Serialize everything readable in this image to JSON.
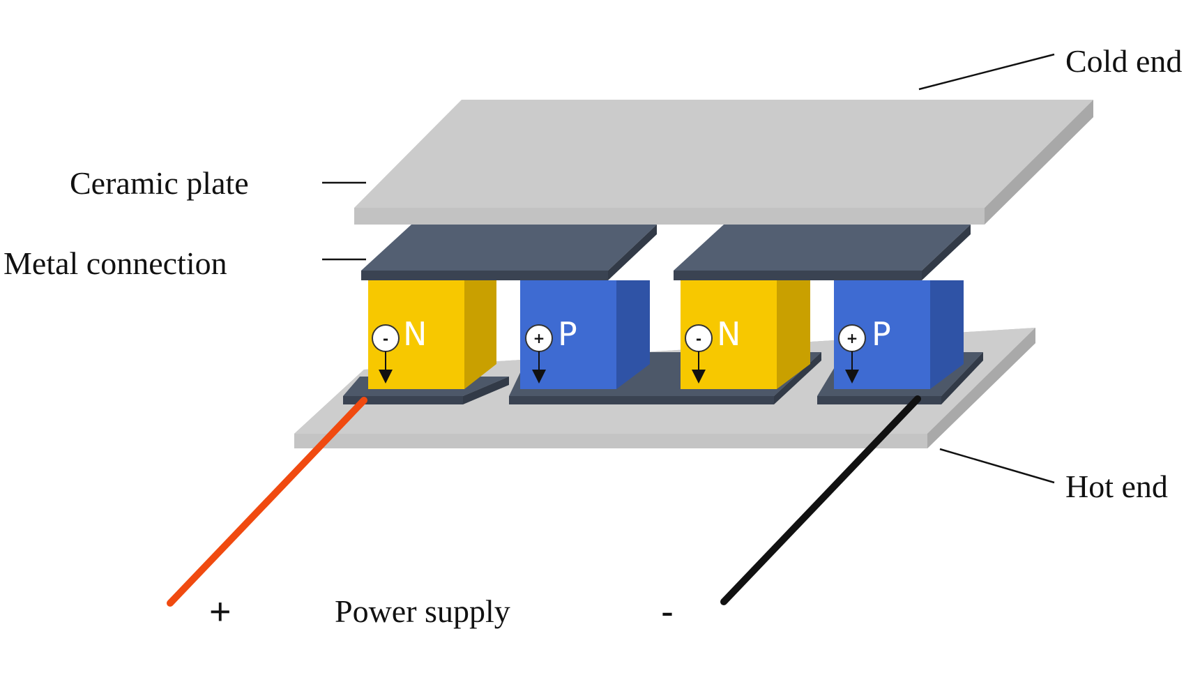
{
  "labels": {
    "cold_end": "Cold end",
    "ceramic_plate": "Ceramic plate",
    "metal_connection": "Metal connection",
    "hot_end": "Hot end",
    "power_supply": "Power supply",
    "plus": "+",
    "minus": "-"
  },
  "legs": [
    {
      "type": "N",
      "carrier": "-",
      "color": "#f5c400"
    },
    {
      "type": "P",
      "carrier": "+",
      "color": "#3f6ad0"
    },
    {
      "type": "N",
      "carrier": "-",
      "color": "#f5c400"
    },
    {
      "type": "P",
      "carrier": "+",
      "color": "#3f6ad0"
    }
  ],
  "colors": {
    "ceramic": "#cccccc",
    "metal": "#4a5566",
    "positive_wire": "#f04a10",
    "negative_wire": "#111111"
  }
}
